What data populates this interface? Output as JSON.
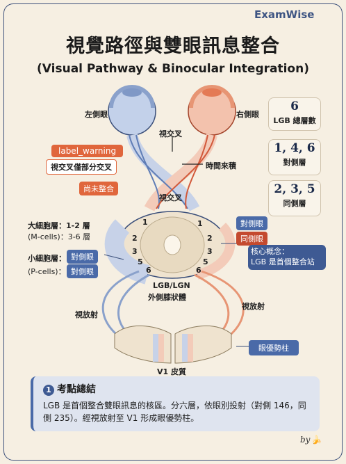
{
  "brand": "ExamWise",
  "title": "視覺路徑與雙眼訊息整合",
  "subtitle": "(Visual Pathway & Binocular Integration)",
  "eyes": {
    "left": "左側眼",
    "right": "右側眼"
  },
  "chiasm_top": "視交叉",
  "chiasm_bottom": "視交叉",
  "time_label": "時間來積",
  "warning_tag": "label_warning",
  "warning_text": "視交叉僅部分交叉",
  "not_integrated": "尚未整合",
  "cards": [
    {
      "num": "6",
      "caption": "LGB 總層數"
    },
    {
      "num": "1, 4, 6",
      "caption": "對側層"
    },
    {
      "num": "2, 3, 5",
      "caption": "同側層"
    }
  ],
  "magno": {
    "line1": "大細胞層：1-2 層",
    "line2": "(M-cells)：3-6 層"
  },
  "parvo": {
    "line1": "小細胞層：",
    "line2": "(P-cells)："
  },
  "left_tags": [
    "對側眼",
    "對側眼"
  ],
  "right_tags": [
    {
      "text": "對側眼",
      "color": "#4a6aa8"
    },
    {
      "text": "同側眼",
      "color": "#c44a2f"
    }
  ],
  "layers_left": [
    "1",
    "2",
    "3",
    "5",
    "6"
  ],
  "layers_right": [
    "1",
    "2",
    "3",
    "5",
    "6"
  ],
  "lgb_label1": "LGB/LGN",
  "lgb_label2": "外側膝狀體",
  "core": {
    "line1": "核心概念：",
    "line2": "LGB 是首個整合站"
  },
  "radiation_left": "視放射",
  "radiation_right": "視放射",
  "ocular_dominance": "眼優勢柱",
  "v1": "V1 皮質",
  "summary_num": "1",
  "summary_title": "考點總結",
  "summary_text": "LGB 是首個整合雙眼訊息的核區。分六層，依眼別投射（對側 146，同側 235）。經視放射至 V1 形成眼優勢柱。",
  "by": "by",
  "colors": {
    "blue": "#4a6aa8",
    "red": "#c44a2f",
    "navy": "#3b4f7a"
  }
}
